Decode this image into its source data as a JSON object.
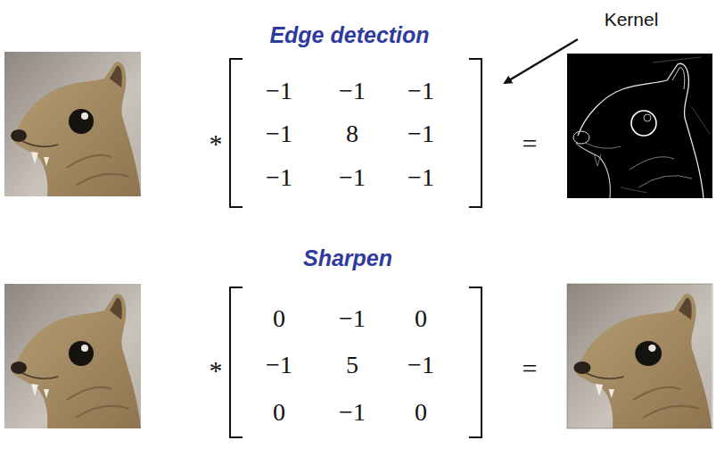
{
  "diagram": {
    "labels": [
      "Edge detection",
      "Kernel",
      "*",
      "−1",
      "−1",
      "−1",
      "−1",
      "8",
      "−1",
      "−1",
      "−1",
      "−1",
      "=",
      "Sharpen",
      "*",
      "0",
      "−1",
      "0",
      "−1",
      "5",
      "−1",
      "0",
      "−1",
      "0",
      "="
    ]
  }
}
